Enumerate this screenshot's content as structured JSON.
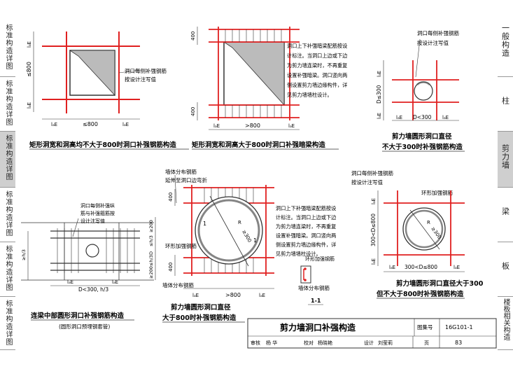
{
  "left_tabs": [
    "标准构造详图",
    "标准构造详图",
    "标准构造详图",
    "标准构造详图",
    "标准构造详图",
    "标准构造详图"
  ],
  "right_tabs": [
    "一般构造",
    "柱",
    "剪力墙",
    "梁",
    "板",
    "楼板相关构造"
  ],
  "active_tab_index": 2,
  "fig1": {
    "dim_top_right": "lₐE",
    "dim_top_left": "lₐE",
    "dim_left": "≤800",
    "dim_bottom_left": "lₐE",
    "dim_bottom_mid": "≤800",
    "dim_bottom_right": "lₐE",
    "note_line1": "洞口每侧补强钢筋",
    "note_line2": "按设计注写值",
    "caption": "矩形洞宽和洞高均不大于800时洞口补强钢筋构造"
  },
  "fig2": {
    "dim_400_top": "400",
    "dim_400_bottom": "400",
    "dim_bottom_left": "lₐE",
    "dim_bottom_mid": ">800",
    "dim_bottom_right": "lₐE",
    "note": [
      "洞口上下补强暗梁配筋按设",
      "计标注。当洞口上边或下边",
      "为剪力墙连梁时，不再重复",
      "设置补强暗梁。洞口竖向两",
      "侧设置剪力墙边缘构件，详",
      "见剪力墙墙柱设计。"
    ],
    "caption": "矩形洞宽和洞高大于800时洞口补强暗梁构造"
  },
  "fig3": {
    "note_line1": "洞口每侧补强钢筋",
    "note_line2": "按设计注写值",
    "dim_left_top": "lₐE",
    "dim_left_mid": "D≤300",
    "dim_left_bottom": "lₐE",
    "dim_bottom_left": "lₐE",
    "dim_bottom_mid": "D<300",
    "dim_bottom_right": "lₐE",
    "caption_line1": "剪力墙圆形洞口直径",
    "caption_line2": "不大于300时补强钢筋构造"
  },
  "fig4": {
    "note_line1": "洞口每侧补强纵",
    "note_line2": "筋与补强箍筋按",
    "note_line3": "设计注写值",
    "dim_right1": "≥200",
    "dim_right2": "≤h/3",
    "dim_right3": "D",
    "dim_right4": "≤h/3",
    "dim_right5": "≥200",
    "dim_left": "≥h/3",
    "dim_bottom_left": "lₐE",
    "dim_bottom_right": "lₐE",
    "dim_bottom_mid": "D<300, h/3",
    "caption": "连梁中部圆形洞口补强钢筋构造",
    "subcaption": "(圆形洞口预埋钢套管)"
  },
  "fig5": {
    "label_top1": "墙体分布钢筋",
    "label_top2": "延伸至洞口边弯折",
    "label_left": "环形加强钢筋",
    "label_bottom1": "墙体分布钢筋",
    "label_bottom2": "环形加强钢筋",
    "label_r": "R",
    "label_ge300": "≥300",
    "label_1a": "1",
    "label_1b": "1",
    "dim_400_top": "400",
    "dim_400_bottom": "400",
    "dim_bottom_left": "lₐE",
    "dim_bottom_mid": ">800",
    "dim_bottom_right": "lₐE",
    "section_label": "1-1",
    "note": [
      "洞口上下补强暗梁配筋按设",
      "计标注。当洞口上边或下边",
      "为剪力墙连梁时，不再重复",
      "设置补强暗梁。洞口竖向两",
      "侧设置剪力墙边缘构件，详",
      "见剪力墙墙柱设计。"
    ],
    "caption_line1": "剪力墙圆形洞口直径",
    "caption_line2": "大于800时补强钢筋构造"
  },
  "fig6": {
    "note_line1": "洞口每侧补强钢筋",
    "note_line2": "按设计注写值",
    "note_line3": "环形加强钢筋",
    "label_r": "R",
    "label_ge300": "≥300",
    "dim_left_top": "lₐE",
    "dim_left_mid": "300<D≤800",
    "dim_left_bottom": "lₐE",
    "dim_bottom_left": "lₐE",
    "dim_bottom_mid": "300<D≤800",
    "dim_bottom_right": "lₐE",
    "caption_line1": "剪力墙圆形洞口直径大于300",
    "caption_line2": "但不大于800时补强钢筋构造"
  },
  "titleblock": {
    "title": "剪力墙洞口补强构造",
    "atlas_label": "图集号",
    "atlas_no": "16G101-1",
    "row_labels": [
      "审核",
      "杨 华",
      "校对",
      "杨晓艳",
      "设计",
      "刘莹莉",
      "页"
    ],
    "page": "83"
  }
}
